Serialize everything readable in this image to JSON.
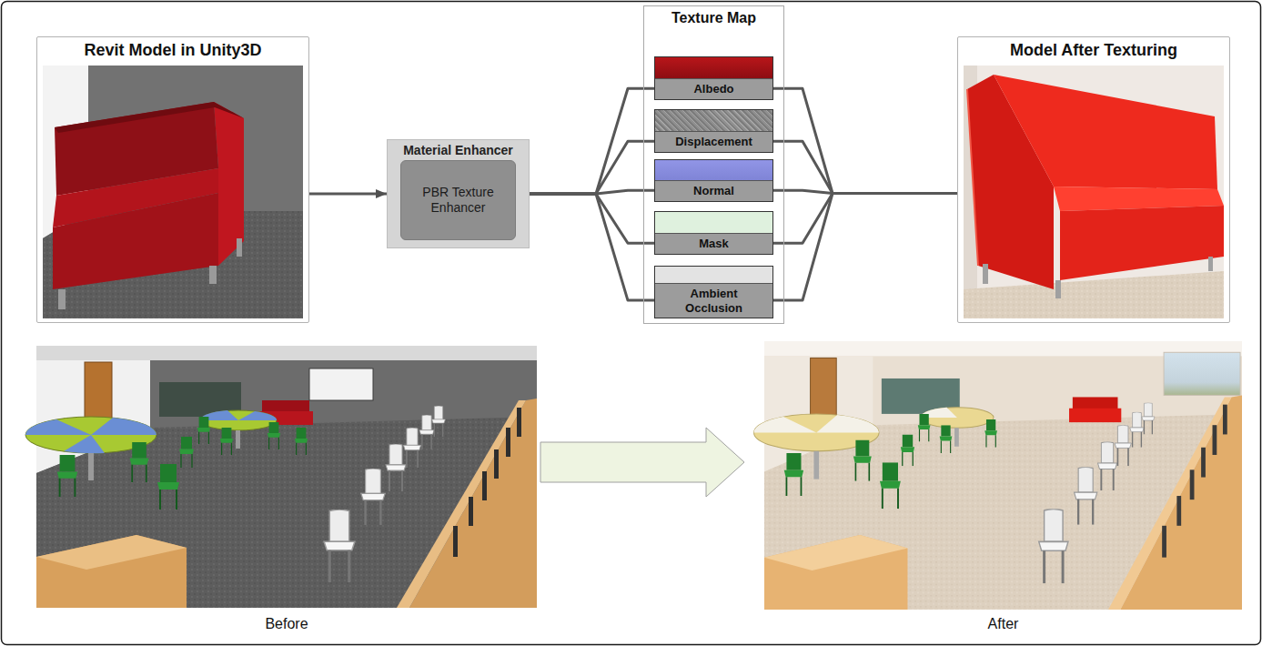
{
  "diagram": {
    "nodes": [
      {
        "text": [
          "Revit Model in Unity3D"
        ]
      },
      {
        "text": [
          "Material Enhancer"
        ]
      },
      {
        "text": [
          "PBR Texture Enhancer"
        ],
        "in": 1
      },
      {
        "text": [
          "Texture Map"
        ]
      },
      {
        "text": [
          "Albedo"
        ],
        "in": 3
      },
      {
        "text": [
          "Displacement"
        ],
        "in": 3
      },
      {
        "text": [
          "Normal"
        ],
        "in": 3
      },
      {
        "text": [
          "Mask"
        ],
        "in": 3
      },
      {
        "text": [
          "Ambient Occlusion"
        ],
        "in": 3
      },
      {
        "text": [
          "Model After Texturing"
        ]
      },
      {
        "text": [
          "Before"
        ]
      },
      {
        "text": [
          "After"
        ]
      }
    ],
    "edges": [
      {
        "from": 0,
        "to": 1,
        "arrow": "to"
      },
      {
        "from": 1,
        "to": 4,
        "arrow": "none"
      },
      {
        "from": 1,
        "to": 5,
        "arrow": "none"
      },
      {
        "from": 1,
        "to": 6,
        "arrow": "none"
      },
      {
        "from": 1,
        "to": 7,
        "arrow": "none"
      },
      {
        "from": 1,
        "to": 8,
        "arrow": "none"
      },
      {
        "from": 4,
        "to": 9,
        "arrow": "none"
      },
      {
        "from": 5,
        "to": 9,
        "arrow": "none"
      },
      {
        "from": 6,
        "to": 9,
        "arrow": "none"
      },
      {
        "from": 7,
        "to": 9,
        "arrow": "none"
      },
      {
        "from": 8,
        "to": 9,
        "arrow": "none"
      },
      {
        "from": 10,
        "to": 11,
        "arrow": "to"
      }
    ]
  }
}
